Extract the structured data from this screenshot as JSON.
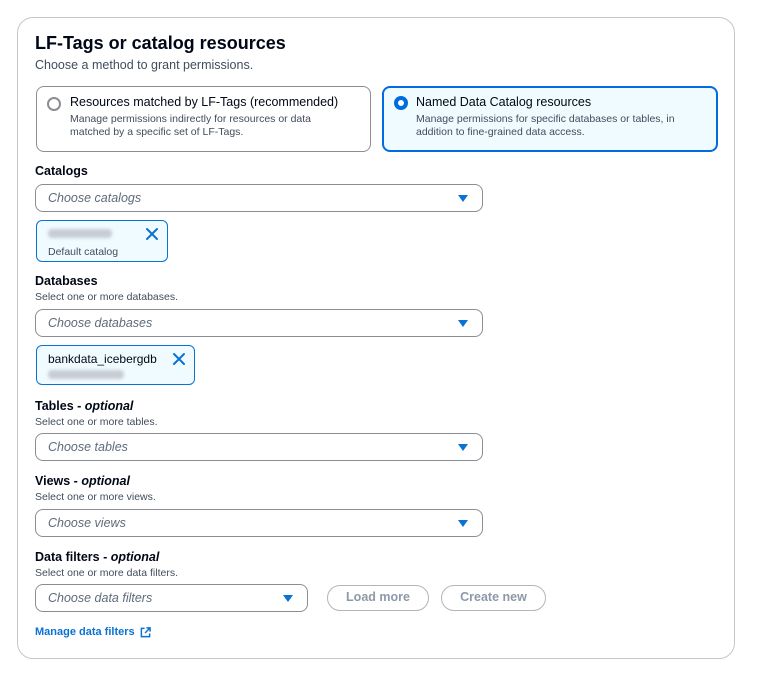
{
  "section": {
    "title": "LF-Tags or catalog resources",
    "subtitle": "Choose a method to grant permissions."
  },
  "methods": [
    {
      "title": "Resources matched by LF-Tags (recommended)",
      "description": "Manage permissions indirectly for resources or data matched by a specific set of LF-Tags.",
      "selected": false
    },
    {
      "title": "Named Data Catalog resources",
      "description": "Manage permissions for specific databases or tables, in addition to fine-grained data access.",
      "selected": true
    }
  ],
  "catalogs": {
    "label": "Catalogs",
    "placeholder": "Choose catalogs",
    "token": {
      "subtitle": "Default catalog"
    }
  },
  "databases": {
    "label": "Databases",
    "description": "Select one or more databases.",
    "placeholder": "Choose databases",
    "token": {
      "name": "bankdata_icebergdb"
    }
  },
  "tables": {
    "label": "Tables - ",
    "optional": "optional",
    "description": "Select one or more tables.",
    "placeholder": "Choose tables"
  },
  "views": {
    "label": "Views - ",
    "optional": "optional",
    "description": "Select one or more views.",
    "placeholder": "Choose views"
  },
  "data_filters": {
    "label": "Data filters - ",
    "optional": "optional",
    "description": "Select one or more data filters.",
    "placeholder": "Choose data filters",
    "load_more": "Load more",
    "create_new": "Create new",
    "manage_link": "Manage data filters"
  },
  "colors": {
    "accent": "#0972d3",
    "selected_border": "#006ce0",
    "selected_bg": "#f0fbff",
    "text": "#000716",
    "muted": "#414d5c"
  }
}
